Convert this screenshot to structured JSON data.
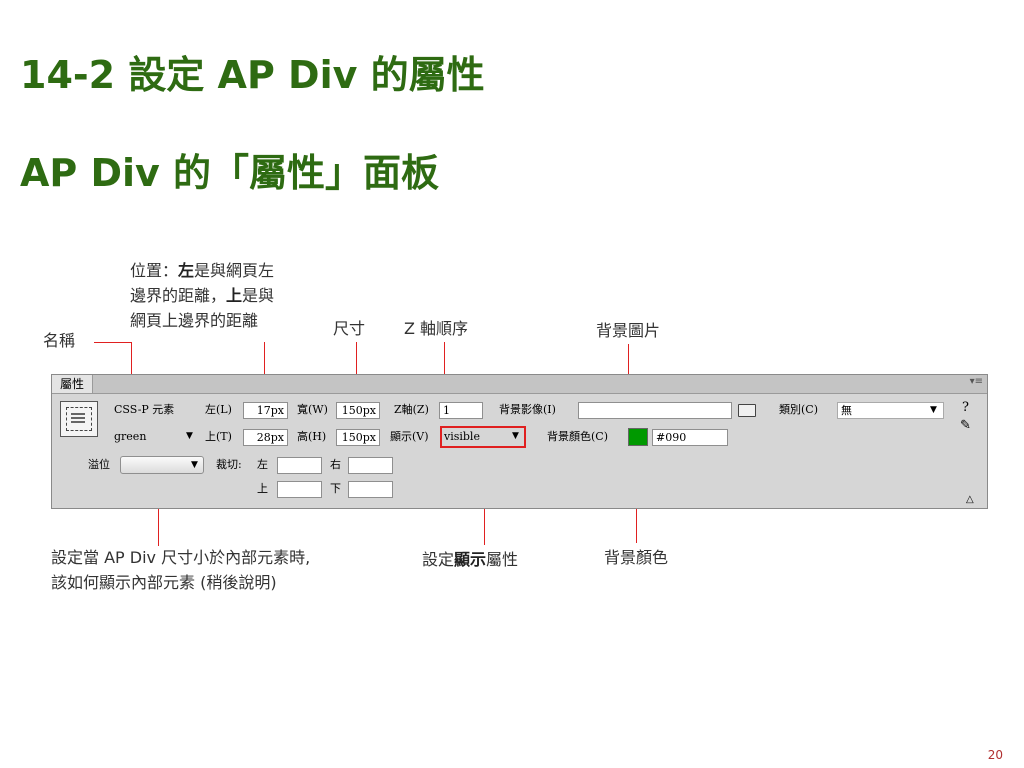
{
  "slide": {
    "title": "14-2 設定 AP Div 的屬性",
    "subtitle": "AP Div 的「屬性」面板",
    "page_number": "20"
  },
  "callouts": {
    "position_line1_pre": "位置：",
    "position_line1_bold": "左",
    "position_line1_post": "是與網頁左",
    "position_line2_pre": "邊界的距離，",
    "position_line2_bold": "上",
    "position_line2_post": "是與",
    "position_line3": "網頁上邊界的距離",
    "name": "名稱",
    "size": "尺寸",
    "zindex": "Z 軸順序",
    "bg_image": "背景圖片",
    "overflow_line1": "設定當 AP Div 尺寸小於內部元素時,",
    "overflow_line2": "該如何顯示內部元素 (稍後說明)",
    "visibility_pre": "設定",
    "visibility_bold": "顯示",
    "visibility_post": "屬性",
    "bg_color": "背景顏色"
  },
  "panel": {
    "tab_label": "屬性",
    "element_type": "CSS-P 元素",
    "id_value": "green",
    "left_label": "左(L)",
    "left_value": "17px",
    "top_label": "上(T)",
    "top_value": "28px",
    "width_label": "寬(W)",
    "width_value": "150px",
    "height_label": "高(H)",
    "height_value": "150px",
    "z_label": "Z軸(Z)",
    "z_value": "1",
    "vis_label": "顯示(V)",
    "vis_value": "visible",
    "bgimg_label": "背景影像(I)",
    "bgimg_value": "",
    "bgcolor_label": "背景顏色(C)",
    "bgcolor_value": "#090",
    "class_label": "類別(C)",
    "class_value": "無",
    "overflow_label": "溢位",
    "clip_label": "裁切:",
    "clip_left": "左",
    "clip_right": "右",
    "clip_top": "上",
    "clip_bottom": "下"
  },
  "colors": {
    "title_green": "#2e6b12",
    "callout_line": "#e02020",
    "swatch": "#009900"
  }
}
